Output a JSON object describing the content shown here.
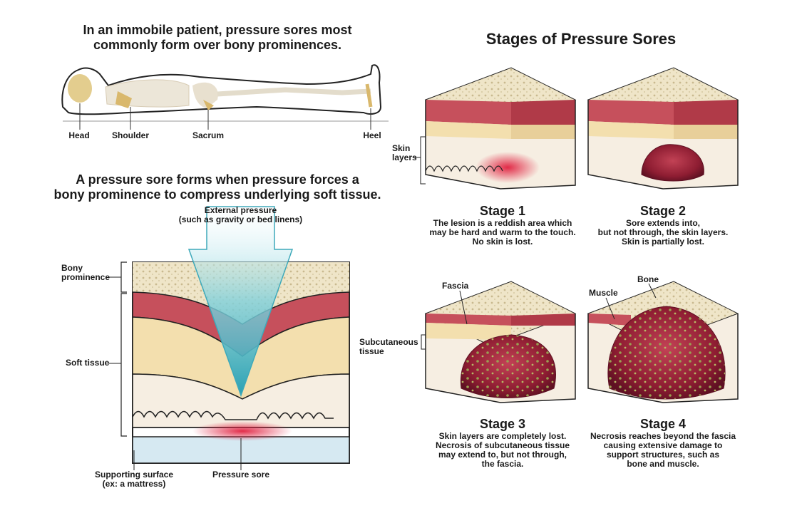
{
  "top_caption": {
    "line1": "In an immobile patient, pressure sores most",
    "line2": "commonly form over bony prominences."
  },
  "body_labels": {
    "head": "Head",
    "shoulder": "Shoulder",
    "sacrum": "Sacrum",
    "heel": "Heel"
  },
  "mid_caption": {
    "line1": "A pressure sore forms when pressure forces a",
    "line2": "bony prominence to compress underlying soft tissue."
  },
  "cross_section": {
    "external_pressure_1": "External pressure",
    "external_pressure_2": "(such as gravity or bed linens)",
    "bony_prominence_1": "Bony",
    "bony_prominence_2": "prominence",
    "soft_tissue": "Soft tissue",
    "supporting_surface_1": "Supporting surface",
    "supporting_surface_2": "(ex: a mattress)",
    "pressure_sore": "Pressure sore"
  },
  "stages_title": "Stages of Pressure Sores",
  "block_labels": {
    "skin_layers_1": "Skin",
    "skin_layers_2": "layers",
    "fascia": "Fascia",
    "subcutaneous_1": "Subcutaneous",
    "subcutaneous_2": "tissue",
    "bone": "Bone",
    "muscle": "Muscle"
  },
  "stages": [
    {
      "title": "Stage 1",
      "lines": [
        "The lesion is a reddish area which",
        "may be hard and warm to the touch.",
        "No skin is lost."
      ]
    },
    {
      "title": "Stage 2",
      "lines": [
        "Sore extends into,",
        "but not through, the skin layers.",
        "Skin is partially lost."
      ]
    },
    {
      "title": "Stage 3",
      "lines": [
        "Skin layers are completely lost.",
        "Necrosis of subcutaneous tissue",
        "may extend to, but not through,",
        "the fascia."
      ]
    },
    {
      "title": "Stage 4",
      "lines": [
        "Necrosis reaches beyond the fascia",
        "causing extensive damage to",
        "support structures, such as",
        "bone and muscle."
      ]
    }
  ],
  "colors": {
    "bone": "#efe3c4",
    "muscle": "#c24a55",
    "fat": "#f3dfae",
    "skin": "#e9b6a6",
    "wound": "#8e1d32",
    "pressure_arrow": "#4fb6c6"
  }
}
